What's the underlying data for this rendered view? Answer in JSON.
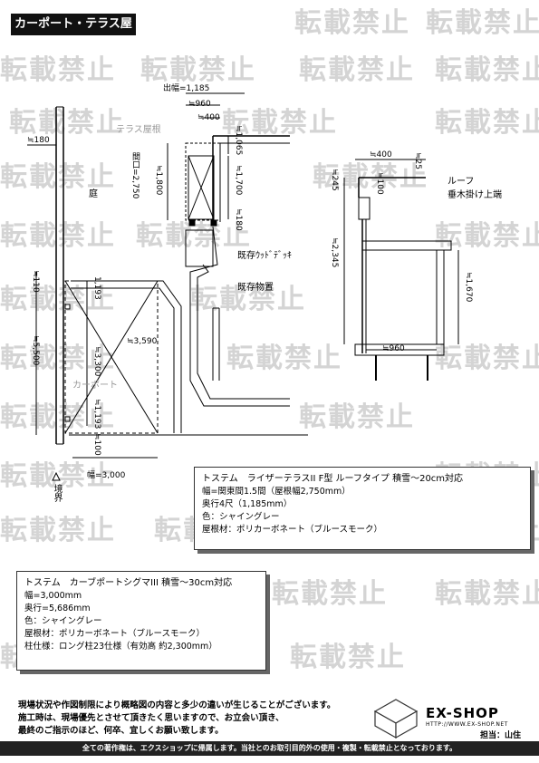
{
  "header": {
    "title": "カーポート・テラス屋根"
  },
  "watermark": {
    "text": "転載禁止"
  },
  "plan": {
    "dims": {
      "out_width": "出幅=1,185",
      "w960": "≒960",
      "w400": "≒400",
      "left180": "≒180",
      "h1065": "≒1,065",
      "maguchi": "間口=2,750",
      "h1800": "≒1,800",
      "h1700": "≒1,700",
      "b180": "≒180",
      "left110": "≒110",
      "h1193a": "1,193",
      "d3590": "≒3,590",
      "h5500": "≒5,500",
      "h3300": "≒3,300",
      "h1193b": "≒1,193",
      "b100": "≒100",
      "width3000": "幅=3,000"
    },
    "labels": {
      "terrace_roof": "テラス屋根",
      "garden": "庭",
      "existing_deck": "既存ｳｯﾄﾞﾃﾞｯｷ",
      "existing_storage": "既存物置",
      "carport": "カーポート",
      "boundary": "境界"
    }
  },
  "section": {
    "dims": {
      "w400": "≒400",
      "d25": "≒25",
      "d100": "≒100",
      "h245": "≒245",
      "h2345": "≒2,345",
      "h1670": "≒1,670",
      "w960": "≒960"
    },
    "labels": {
      "roof": "ルーフ",
      "rafter": "垂木掛け上端"
    }
  },
  "spec_terrace": {
    "title": "トステム　ライザーテラスII F型  ルーフタイプ  積雪〜20cm対応",
    "lines": [
      "幅=関東間1.5間（屋根幅2,750mm）",
      "奥行4尺（1,185mm）",
      "色：シャイングレー",
      "屋根材：ポリカーボネート（ブルースモーク）"
    ]
  },
  "spec_carport": {
    "title": "トステム　カーブポートシグマIII  積雪〜30cm対応",
    "lines": [
      "幅=3,000mm",
      "奥行=5,686mm",
      "色：シャイングレー",
      "屋根材：ポリカーボネート（ブルースモーク）",
      "柱仕様：ロング柱23仕様（有効高 約2,300mm）"
    ]
  },
  "notes": {
    "lines": [
      "現場状況や作図制限により概略図の内容と多少の違いが生じることがございます。",
      "施工時は、現場優先とさせて頂きたく思いますので、お立会い頂き、",
      "最終のご指示のほど、何卒、宜しくお願い致します。"
    ]
  },
  "brand": {
    "name": "EX-SHOP",
    "url": "HTTP://WWW.EX-SHOP.NET",
    "staff": "担当：山住"
  },
  "footer": {
    "text": "全ての著作権は、エクスショップに帰属します。当社とのお取引目的外の使用・複製・転載禁止となっております。"
  }
}
